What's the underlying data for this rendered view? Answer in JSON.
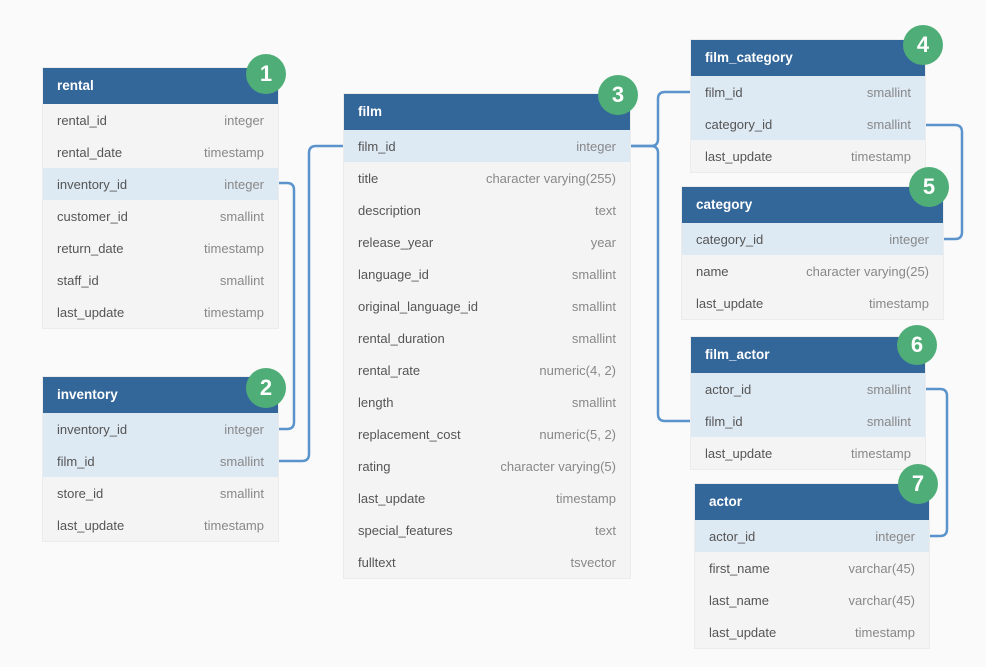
{
  "badges": {
    "rental": "1",
    "inventory": "2",
    "film": "3",
    "film_category": "4",
    "category": "5",
    "film_actor": "6",
    "actor": "7"
  },
  "rental": {
    "title": "rental",
    "rows": [
      {
        "name": "rental_id",
        "type": "integer"
      },
      {
        "name": "rental_date",
        "type": "timestamp"
      },
      {
        "name": "inventory_id",
        "type": "integer"
      },
      {
        "name": "customer_id",
        "type": "smallint"
      },
      {
        "name": "return_date",
        "type": "timestamp"
      },
      {
        "name": "staff_id",
        "type": "smallint"
      },
      {
        "name": "last_update",
        "type": "timestamp"
      }
    ]
  },
  "inventory": {
    "title": "inventory",
    "rows": [
      {
        "name": "inventory_id",
        "type": "integer"
      },
      {
        "name": "film_id",
        "type": "smallint"
      },
      {
        "name": "store_id",
        "type": "smallint"
      },
      {
        "name": "last_update",
        "type": "timestamp"
      }
    ]
  },
  "film": {
    "title": "film",
    "rows": [
      {
        "name": "film_id",
        "type": "integer"
      },
      {
        "name": "title",
        "type": "character varying(255)"
      },
      {
        "name": "description",
        "type": "text"
      },
      {
        "name": "release_year",
        "type": "year"
      },
      {
        "name": "language_id",
        "type": "smallint"
      },
      {
        "name": "original_language_id",
        "type": "smallint"
      },
      {
        "name": "rental_duration",
        "type": "smallint"
      },
      {
        "name": "rental_rate",
        "type": "numeric(4, 2)"
      },
      {
        "name": "length",
        "type": "smallint"
      },
      {
        "name": "replacement_cost",
        "type": "numeric(5, 2)"
      },
      {
        "name": "rating",
        "type": "character varying(5)"
      },
      {
        "name": "last_update",
        "type": "timestamp"
      },
      {
        "name": "special_features",
        "type": "text"
      },
      {
        "name": "fulltext",
        "type": "tsvector"
      }
    ]
  },
  "film_category": {
    "title": "film_category",
    "rows": [
      {
        "name": "film_id",
        "type": "smallint"
      },
      {
        "name": "category_id",
        "type": "smallint"
      },
      {
        "name": "last_update",
        "type": "timestamp"
      }
    ]
  },
  "category": {
    "title": "category",
    "rows": [
      {
        "name": "category_id",
        "type": "integer"
      },
      {
        "name": "name",
        "type": "character varying(25)"
      },
      {
        "name": "last_update",
        "type": "timestamp"
      }
    ]
  },
  "film_actor": {
    "title": "film_actor",
    "rows": [
      {
        "name": "actor_id",
        "type": "smallint"
      },
      {
        "name": "film_id",
        "type": "smallint"
      },
      {
        "name": "last_update",
        "type": "timestamp"
      }
    ]
  },
  "actor": {
    "title": "actor",
    "rows": [
      {
        "name": "actor_id",
        "type": "integer"
      },
      {
        "name": "first_name",
        "type": "varchar(45)"
      },
      {
        "name": "last_name",
        "type": "varchar(45)"
      },
      {
        "name": "last_update",
        "type": "timestamp"
      }
    ]
  },
  "colors": {
    "header": "#336699",
    "badge": "#4fae77",
    "link": "#5b94cc",
    "key_row": "#dde9f3"
  }
}
